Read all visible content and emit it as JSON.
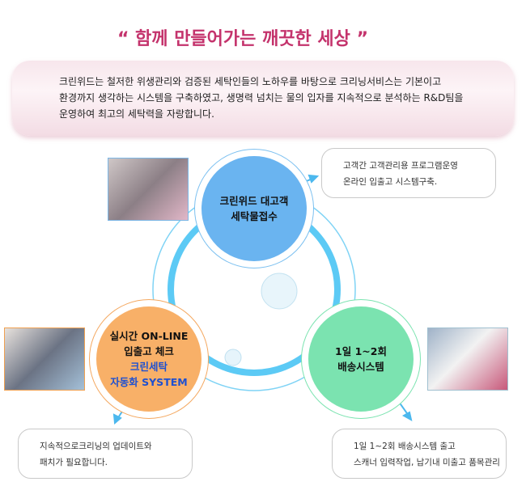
{
  "title": "“ 함께 만들어가는 깨끗한 세상 ”",
  "description": [
    "크린위드는 철저한 위생관리와 검증된 세탁인들의 노하우를 바탕으로 크리닝서비스는 기본이고",
    "환경까지 생각하는 시스템을 구축하였고, 생명력 넘치는 물의 입자를 지속적으로 분석하는 R&D팀을",
    "운영하여 최고의 세탁력을 자랑합니다."
  ],
  "circles": {
    "top": [
      "크린위드 대고객",
      "세탁물접수"
    ],
    "left": [
      "실시간 ON-LINE",
      "입출고 체크",
      "크린세탁",
      "자동화 SYSTEM"
    ],
    "right": [
      "1일 1~2회",
      "배송시스템"
    ]
  },
  "boxes": {
    "top_right": [
      "고객간 고객관리용 프로그램운영",
      "온라인 입출고 시스템구축."
    ],
    "bottom_left": [
      "지속적으로크리닝의 업데이트와",
      "패치가 필요합니다."
    ],
    "bottom_right": [
      "1일 1~2회 배송시스템 출고",
      "스캐너 입력작업, 납기내 미출고 품목관리"
    ]
  },
  "colors": {
    "title": "#c4336c",
    "top": "#6ab4f0",
    "left": "#f8b068",
    "right": "#7be3b0",
    "ring": "#5ccaf5"
  }
}
